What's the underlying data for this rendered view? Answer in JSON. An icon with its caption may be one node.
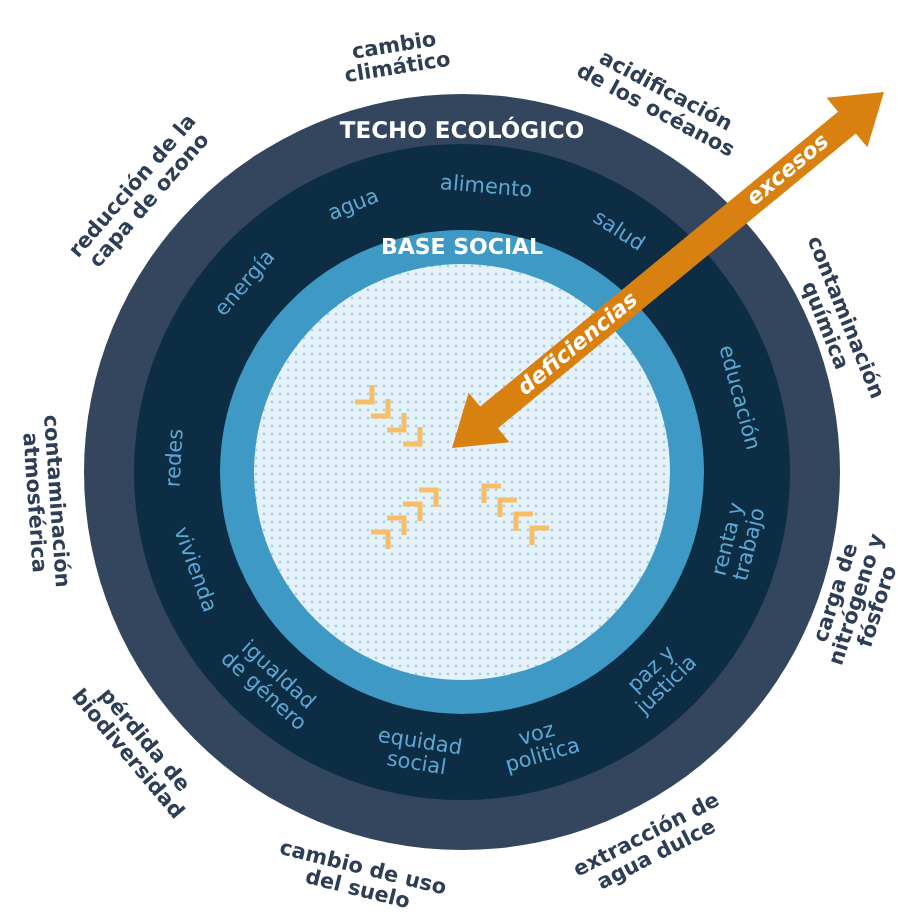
{
  "diagram": {
    "nodes": [
      {
        "text": [
          "TECHO ECOLÓGICO"
        ]
      },
      {
        "text": [
          "BASE SOCIAL"
        ],
        "in": 0
      }
    ],
    "labels": [
      "cambio climático",
      "reducción de la capa de ozono",
      "acidificación de los océanos",
      "contaminación química",
      "contaminación atmosférica",
      "carga de nitrógeno y fósforo",
      "pérdida de biodiversidad",
      "extracción de agua dulce",
      "cambio de uso del suelo",
      "alimento",
      "agua",
      "salud",
      "energía",
      "educación",
      "redes",
      "renta y trabajo",
      "vivienda",
      "igualdad de género",
      "paz y justicia",
      "equidad social",
      "voz politica",
      "excesos",
      "deficiencias"
    ]
  }
}
